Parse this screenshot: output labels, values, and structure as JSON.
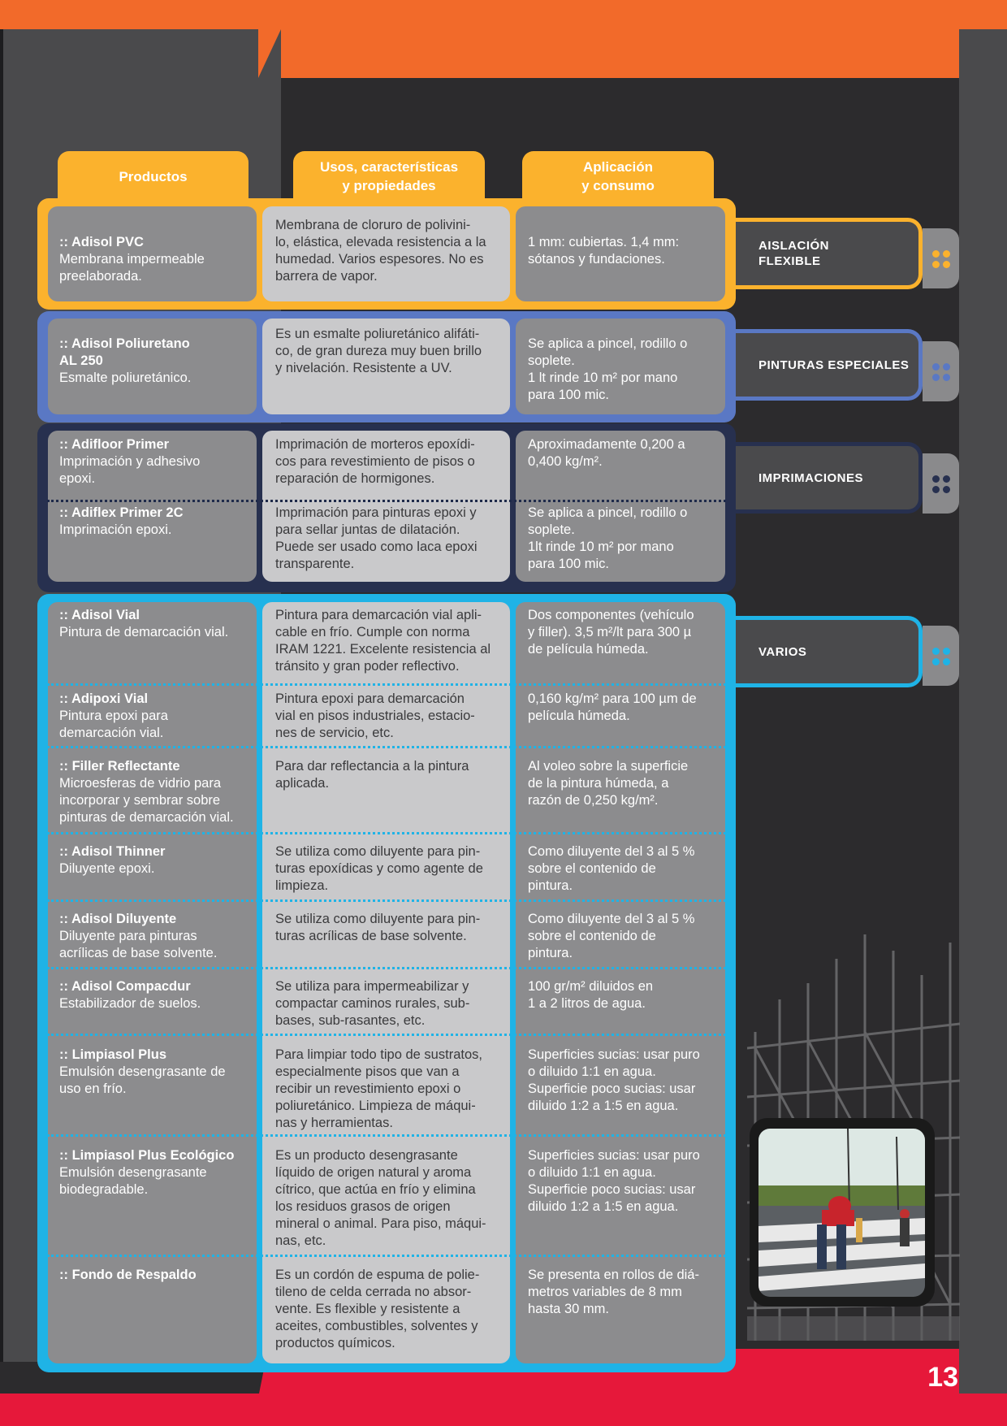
{
  "page": {
    "number": "13"
  },
  "headers": {
    "productos": "Productos",
    "usos": "Usos, características\ny propiedades",
    "aplicacion": "Aplicación\ny consumo"
  },
  "categories": {
    "aislacion": {
      "label": "AISLACIÓN\nFLEXIBLE",
      "color": "#fbb22d"
    },
    "pinturas": {
      "label": "PINTURAS ESPECIALES",
      "color": "#5a78c4"
    },
    "imprimaciones": {
      "label": "IMPRIMACIONES",
      "color": "#27304f"
    },
    "varios": {
      "label": "VARIOS",
      "color": "#1fb3e6"
    }
  },
  "rows": [
    {
      "name": ":: Adisol PVC",
      "desc": "Membrana impermeable\npreelaborada.",
      "usos": "Membrana de cloruro de polivini-\nlo, elástica, elevada resistencia a la\nhumedad. Varios espesores. No es\nbarrera de vapor.",
      "aplicacion": "1 mm: cubiertas. 1,4 mm:\nsótanos y fundaciones."
    },
    {
      "name": ":: Adisol Poliuretano\n   AL 250",
      "desc": "Esmalte poliuretánico.",
      "usos": "Es un esmalte poliuretánico alifáti-\nco, de gran dureza muy buen brillo\ny nivelación. Resistente a UV.",
      "aplicacion": "Se  aplica a pincel, rodillo o\nsoplete.\n1 lt rinde 10 m² por mano\npara 100 mic."
    },
    {
      "name": ":: Adifloor Primer",
      "desc": "Imprimación y adhesivo\nepoxi.",
      "usos": "Imprimación de morteros epoxídi-\ncos para revestimiento de pisos o\nreparación de hormigones.",
      "aplicacion": "Aproximadamente 0,200 a\n0,400 kg/m²."
    },
    {
      "name": ":: Adiflex Primer 2C",
      "desc": "Imprimación epoxi.",
      "usos": "Imprimación para pinturas epoxi y\npara sellar juntas de dilatación.\nPuede ser usado como laca epoxi\ntransparente.",
      "aplicacion": "Se aplica a pincel, rodillo o\nsoplete.\n1lt rinde 10 m² por mano\npara 100 mic."
    },
    {
      "name": ":: Adisol Vial",
      "desc": "Pintura de demarcación vial.",
      "usos": "Pintura para demarcación vial apli-\ncable en frío. Cumple con norma\nIRAM 1221. Excelente resistencia al\ntránsito y gran poder reflectivo.",
      "aplicacion": "Dos componentes (vehículo\ny filler). 3,5 m²/lt para 300 µ\nde película húmeda."
    },
    {
      "name": ":: Adipoxi Vial",
      "desc": "Pintura epoxi para\ndemarcación vial.",
      "usos": "Pintura epoxi para demarcación\nvial en pisos industriales, estacio-\nnes de servicio, etc.",
      "aplicacion": "0,160 kg/m² para 100 µm de\npelícula húmeda."
    },
    {
      "name": ":: Filler Reflectante",
      "desc": "Microesferas de vidrio para\nincorporar y sembrar sobre\npinturas de demarcación vial.",
      "usos": "Para dar reflectancia a la pintura\naplicada.",
      "aplicacion": "Al voleo sobre la superficie\nde la pintura húmeda, a\nrazón de 0,250 kg/m²."
    },
    {
      "name": ":: Adisol Thinner",
      "desc": "Diluyente epoxi.",
      "usos": "Se utiliza como diluyente para pin-\nturas epoxídicas y como agente de\nlimpieza.",
      "aplicacion": "Como diluyente del 3 al 5 %\nsobre el contenido de\npintura."
    },
    {
      "name": ":: Adisol Diluyente",
      "desc": "Diluyente para pinturas\nacrílicas de base solvente.",
      "usos": "Se utiliza como diluyente para pin-\nturas acrílicas de base solvente.",
      "aplicacion": "Como diluyente del 3 al 5 %\nsobre el contenido de\npintura."
    },
    {
      "name": ":: Adisol Compacdur",
      "desc": "Estabilizador de suelos.",
      "usos": "Se utiliza para impermeabilizar y\ncompactar caminos rurales, sub-\nbases, sub-rasantes, etc.",
      "aplicacion": "100 gr/m² diluidos en\n1 a 2 litros de agua."
    },
    {
      "name": ":: Limpiasol Plus",
      "desc": "Emulsión desengrasante de\nuso en frío.",
      "usos": "Para limpiar todo tipo de sustratos,\nespecialmente pisos que van a\nrecibir un revestimiento epoxi o\npoliuretánico. Limpieza de máqui-\nnas y herramientas.",
      "aplicacion": "Superficies sucias: usar puro\no diluido 1:1 en agua.\nSuperficie poco sucias:  usar\ndiluido 1:2 a 1:5 en agua."
    },
    {
      "name": ":: Limpiasol Plus Ecológico",
      "desc": "Emulsión desengrasante\nbiodegradable.",
      "usos": "Es un producto desengrasante\nlíquido de origen natural y aroma\ncítrico, que actúa en frío y elimina\nlos residuos grasos de origen\nmineral o animal. Para piso, máqui-\nnas, etc.",
      "aplicacion": "Superficies sucias: usar puro\no diluido 1:1 en agua.\nSuperficie poco sucias:  usar\ndiluido 1:2 a 1:5 en agua."
    },
    {
      "name": ":: Fondo de Respaldo",
      "desc": "",
      "usos": "Es un cordón de espuma de polie-\ntileno de celda cerrada no absor-\nvente. Es flexible y resistente a\naceites, combustibles, solventes y\nproductos químicos.",
      "aplicacion": "Se presenta  en rollos de diá-\nmetros variables de 8 mm\nhasta 30 mm."
    }
  ]
}
